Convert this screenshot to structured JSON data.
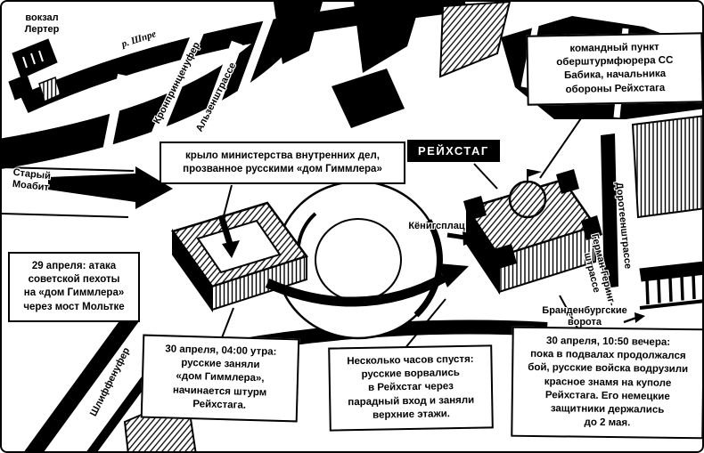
{
  "labels": {
    "lehrter_station": "вокзал\nЛертер",
    "spree_river": "р. Шпре",
    "kronprinzenufer": "Кронпринценуфер",
    "alsenstrasse": "Альзенштрассе",
    "alt_moabit": "Старый\nМоабит",
    "schlieffenufer": "Шлиффенуфер",
    "dorotheenstrasse": "Доротеенштрассе",
    "hermann_goering_strasse": "Герман-Геринг-\nштрассе",
    "koenigsplatz": "Кёнигсплац",
    "brandenburg_gate": "Бранденбургские\nворота",
    "reichstag": "РЕЙХСТАГ"
  },
  "callouts": {
    "command_post": "командный пункт\nоберштурмфюрера СС\nБабика, начальника\nобороны Рейхстага",
    "himmler_house": "крыло министерства внутренних дел,\nпрозванное русскими «дом Гиммлера»",
    "april_29": "29 апреля: атака\nсоветской пехоты\nна «дом Гиммлера»\nчерез мост Мольтке",
    "april_30_morning": "30 апреля, 04:00 утра:\nрусские заняли\n«дом Гиммлера»,\nначинается штурм\nРейхстага.",
    "hours_later": "Несколько часов спустя:\nрусские ворвались\nв Рейхстаг через\nпарадный вход и заняли\nверхние этажи.",
    "april_30_evening": "30 апреля, 10:50 вечера:\nпока в подвалах продолжался\nбой, русские войска водрузили\nкрасное знамя на куполе\nРейхстага. Его немецкие\nзащитники держались\nдо 2 мая."
  },
  "colors": {
    "ink": "#000000",
    "paper": "#ffffff"
  }
}
